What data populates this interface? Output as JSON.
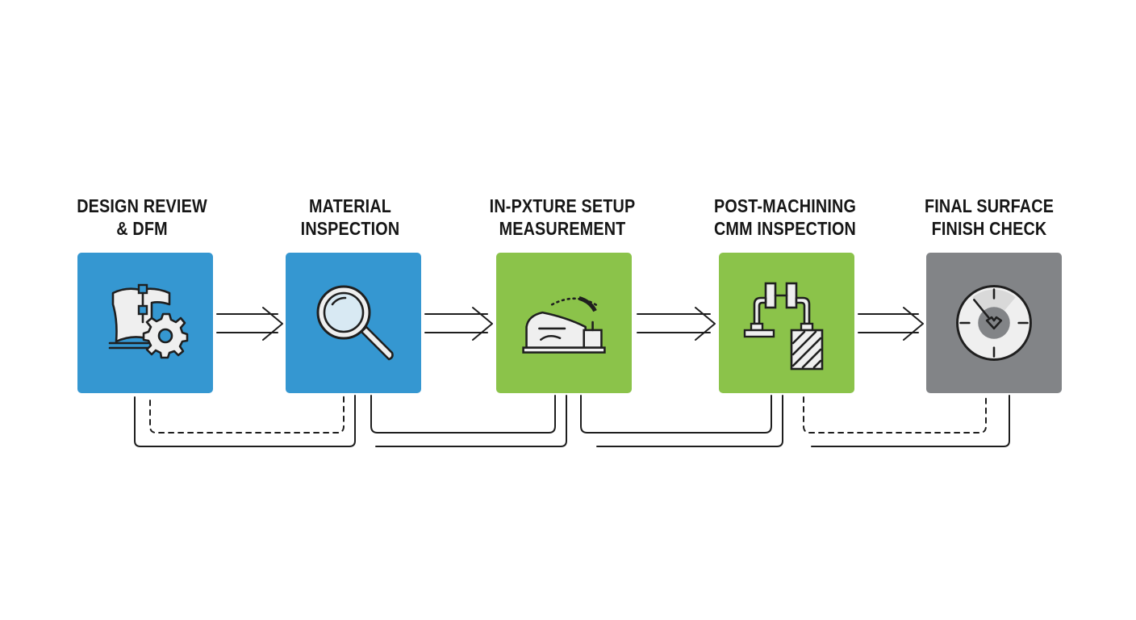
{
  "stages": [
    {
      "line1": "DESIGN REVIEW",
      "line2": "& DFM",
      "icon": "blueprint-gear-icon",
      "color": "#3597d1"
    },
    {
      "line1": "MATERIAL",
      "line2": "INSPECTION",
      "icon": "magnifying-glass-icon",
      "color": "#3597d1"
    },
    {
      "line1": "IN-PXTURE SETUP",
      "line2": "MEASUREMENT",
      "icon": "fixture-probe-icon",
      "color": "#8bc34a"
    },
    {
      "line1": "POST-MACHINING",
      "line2": "CMM INSPECTION",
      "icon": "cmm-probe-icon",
      "color": "#8bc34a"
    },
    {
      "line1": "FINAL SURFACE",
      "line2": "FINISH CHECK",
      "icon": "surface-gauge-icon",
      "color": "#828487"
    }
  ],
  "colors": {
    "connector": "#1e1e1e",
    "icon_fill": "#efefef"
  }
}
